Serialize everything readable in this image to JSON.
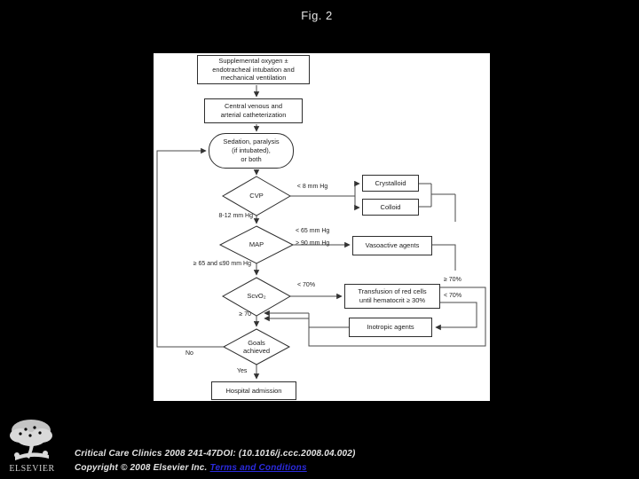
{
  "page": {
    "title": "Fig. 2",
    "background": "#000000",
    "canvas": "#ffffff"
  },
  "figure": {
    "nodes": {
      "supplemental": {
        "label": "Supplemental oxygen ±\nendotracheal intubation and\nmechanical ventilation"
      },
      "catheterization": {
        "label": "Central venous and\narterial catheterization"
      },
      "sedation": {
        "label": "Sedation, paralysis\n(if intubated),\nor both"
      },
      "cvp": {
        "label": "CVP"
      },
      "crystalloid": {
        "label": "Crystalloid"
      },
      "colloid": {
        "label": "Colloid"
      },
      "map": {
        "label": "MAP"
      },
      "vasoactive": {
        "label": "Vasoactive agents"
      },
      "scvo2": {
        "label": "ScvO₂"
      },
      "transfusion": {
        "label": "Transfusion of red cells\nuntil hematocrit ≥ 30%"
      },
      "inotropic": {
        "label": "Inotropic agents"
      },
      "goals": {
        "label": "Goals\nachieved"
      },
      "hospital": {
        "label": "Hospital admission"
      }
    },
    "edge_labels": {
      "cvp_low": "< 8 mm Hg",
      "cvp_target": "8-12 mm Hg",
      "map_low": "< 65 mm Hg",
      "map_high": "> 90 mm Hg",
      "map_target": "≥ 65 and ≤90 mm Hg",
      "scvo2_low": "< 70%",
      "scvo2_target": "≥ 70",
      "transfusion_high": "≥ 70%",
      "transfusion_low": "< 70%",
      "goals_no": "No",
      "goals_yes": "Yes"
    }
  },
  "footer": {
    "publisher": "ELSEVIER",
    "citation": "Critical Care Clinics 2008 241-47DOI: (10.1016/j.ccc.2008.04.002)",
    "copyright_text": "Copyright © 2008 Elsevier Inc. ",
    "terms_link": "Terms and Conditions",
    "link_color": "#2b2bdd"
  }
}
